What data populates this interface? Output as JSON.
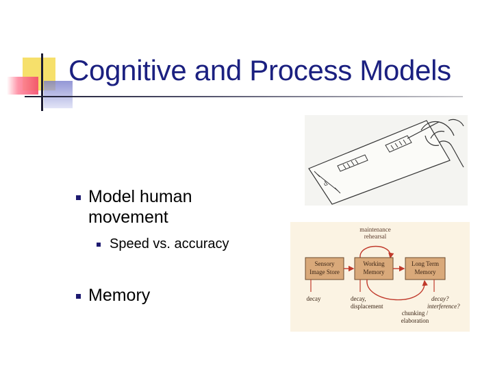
{
  "slide": {
    "title": "Cognitive and Process Models",
    "bullets": [
      {
        "text": "Model human movement",
        "sub_bullets": [
          {
            "text": "Speed vs. accuracy"
          }
        ]
      },
      {
        "text": "Memory"
      }
    ]
  },
  "memory_diagram": {
    "top_label": "maintenance rehearsal",
    "boxes": [
      "Sensory Image Store",
      "Working Memory",
      "Long Term Memory"
    ],
    "below_labels": [
      "decay",
      "decay, displacement",
      "chunking / elaboration",
      "decay? interference?"
    ]
  },
  "colors": {
    "title": "#1b2080",
    "bullet": "#1d1a70",
    "box_fill": "#d9a97a",
    "diagram_bg": "#fbf3e3",
    "arrow": "#c0392b"
  }
}
